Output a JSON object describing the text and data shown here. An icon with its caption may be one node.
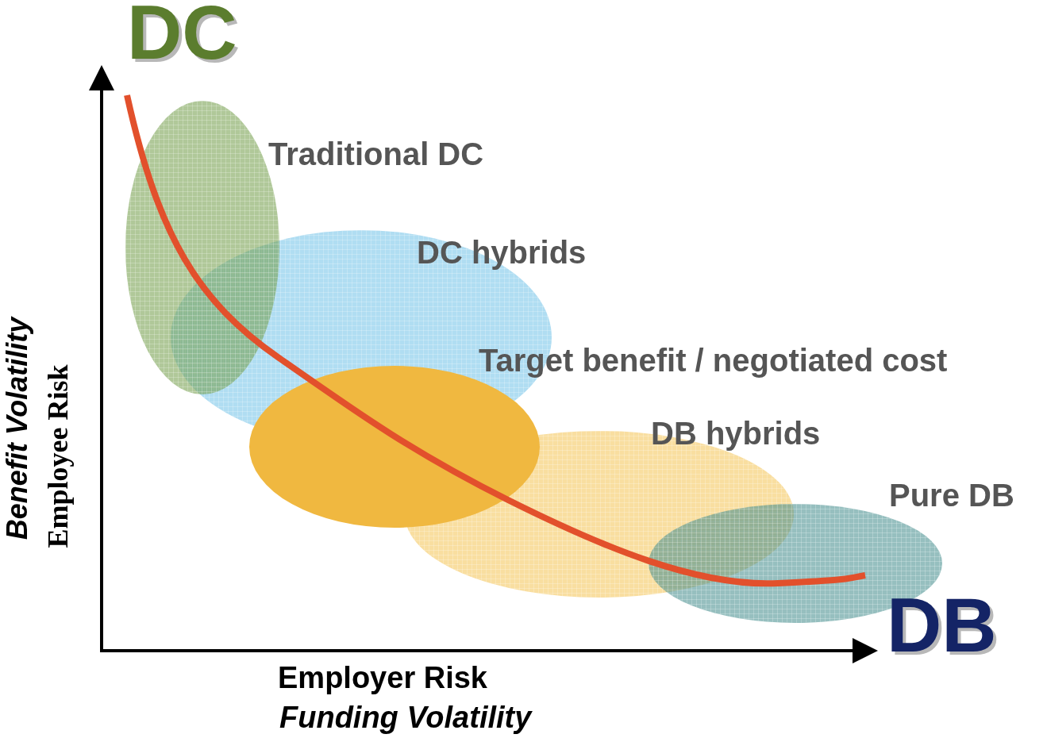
{
  "diagram": {
    "nodes": [
      {
        "text": [
          "Traditional DC"
        ]
      },
      {
        "text": [
          "DC hybrids"
        ]
      },
      {
        "text": [
          "Target benefit / negotiated cost"
        ]
      },
      {
        "text": [
          "DB hybrids"
        ]
      },
      {
        "text": [
          "Pure DB"
        ]
      }
    ],
    "edges": [],
    "labels": [
      "DC",
      "Benefit Volatility",
      "Employee Risk",
      "DB",
      "Employer Risk",
      "Funding Volatility"
    ]
  }
}
